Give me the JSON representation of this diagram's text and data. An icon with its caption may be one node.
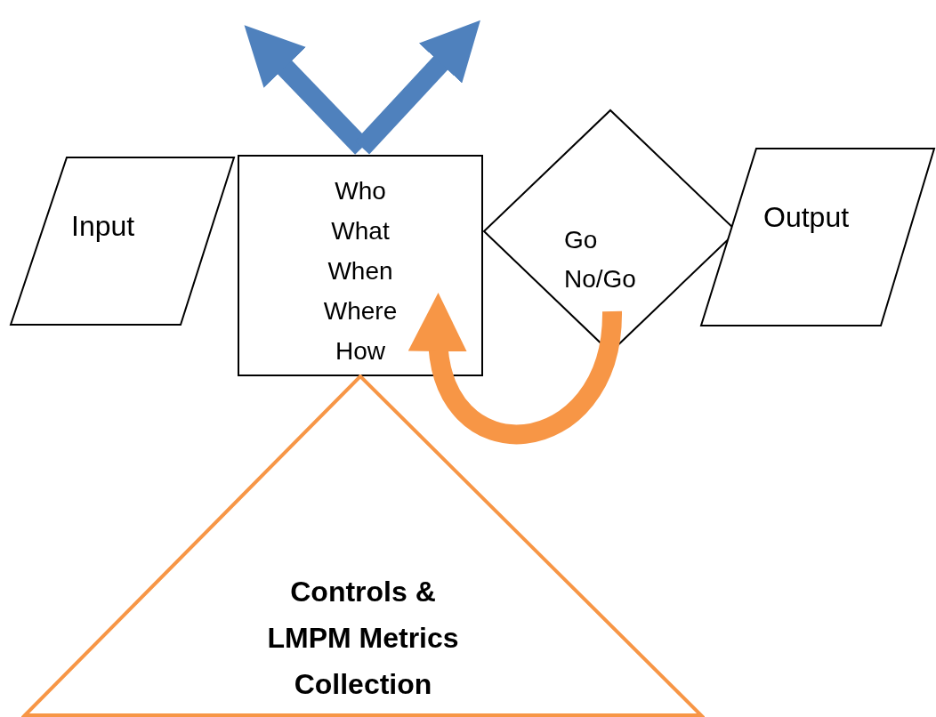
{
  "diagram": {
    "nodes": [
      {
        "text": [
          "Input"
        ]
      },
      {
        "text": [
          "Who What When Where How"
        ]
      },
      {
        "text": [
          "Go No/Go"
        ]
      },
      {
        "text": [
          "Output"
        ]
      },
      {
        "text": [
          "Controls & LMPM Metrics Collection"
        ]
      }
    ],
    "edges": [
      {
        "from": 1,
        "to": null,
        "arrow": "to",
        "color": "#4f81bd"
      },
      {
        "from": 1,
        "to": null,
        "arrow": "to",
        "color": "#4f81bd"
      },
      {
        "from": 2,
        "to": 1,
        "arrow": "to",
        "color": "#f79646"
      }
    ]
  }
}
